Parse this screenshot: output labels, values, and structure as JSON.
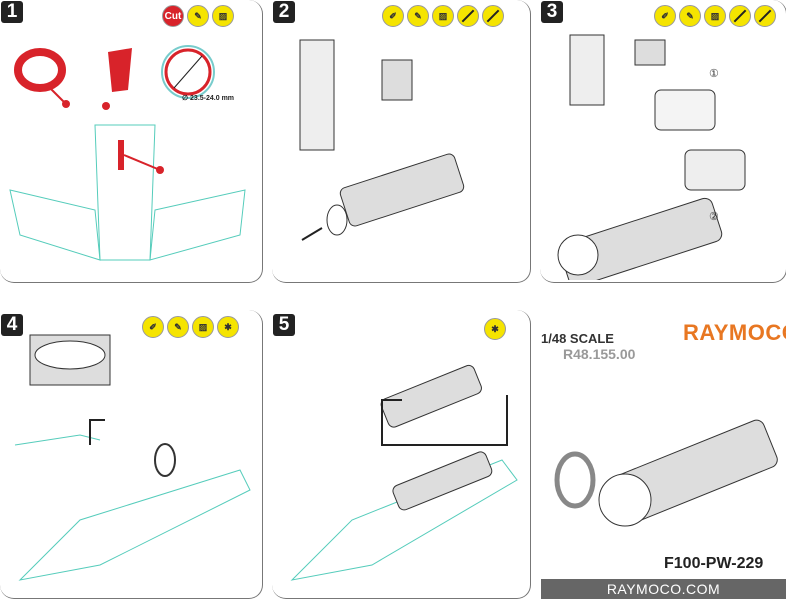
{
  "steps": [
    {
      "number": "1",
      "icons": [
        "cut",
        "knife",
        "sanding"
      ],
      "dimension": "∅ 23.5-24.0 mm"
    },
    {
      "number": "2",
      "icons": [
        "knife-tip",
        "knife",
        "sanding",
        "no-glue",
        "no-paint"
      ]
    },
    {
      "number": "3",
      "icons": [
        "knife-tip",
        "knife",
        "sanding",
        "no-glue",
        "no-paint"
      ],
      "callouts": [
        "①",
        "②"
      ]
    },
    {
      "number": "4",
      "icons": [
        "knife-tip",
        "knife",
        "sanding",
        "glue"
      ]
    },
    {
      "number": "5",
      "icons": [
        "glue"
      ]
    }
  ],
  "icon_labels": {
    "cut": "Cut"
  },
  "info": {
    "scale": "1/48 SCALE",
    "code": "R48.155.00",
    "brand": "RAYMOCO",
    "model": "F100-PW-229",
    "website": "RAYMOCO.COM"
  },
  "colors": {
    "accent": "#e87722",
    "icon_yellow": "#f5e400",
    "cut_red": "#d8232a"
  }
}
